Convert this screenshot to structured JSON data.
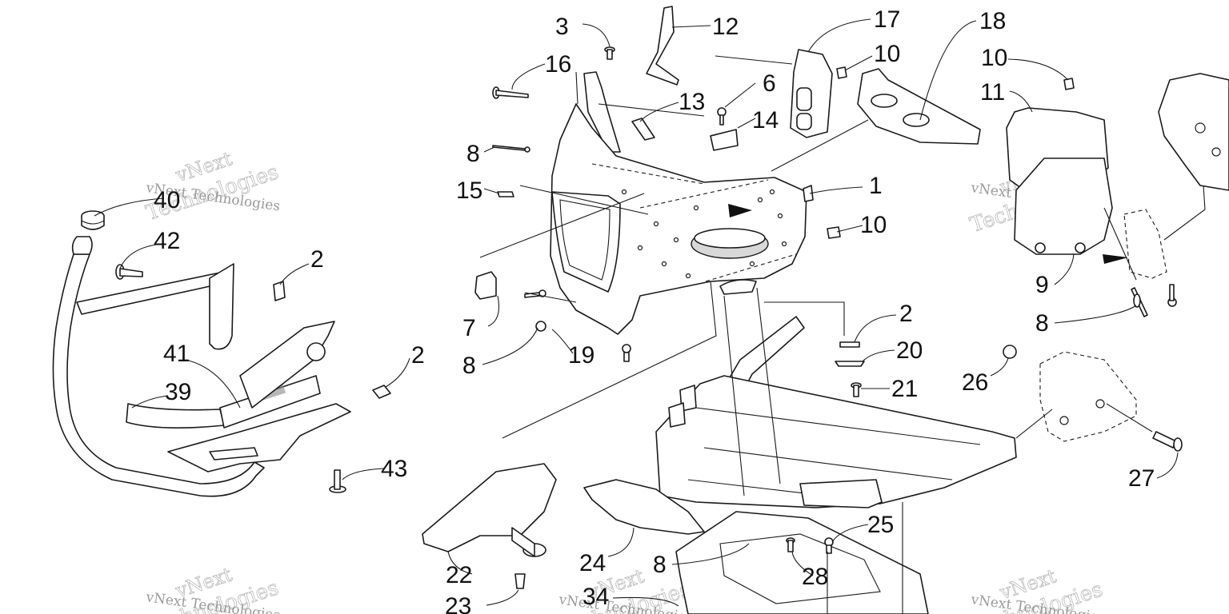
{
  "diagram": {
    "callouts": [
      {
        "id": "c1",
        "label": "1"
      },
      {
        "id": "c2a",
        "label": "2"
      },
      {
        "id": "c2b",
        "label": "2"
      },
      {
        "id": "c2c",
        "label": "2"
      },
      {
        "id": "c3",
        "label": "3"
      },
      {
        "id": "c6",
        "label": "6"
      },
      {
        "id": "c7",
        "label": "7"
      },
      {
        "id": "c8a",
        "label": "8"
      },
      {
        "id": "c8b",
        "label": "8"
      },
      {
        "id": "c8c",
        "label": "8"
      },
      {
        "id": "c8d",
        "label": "8"
      },
      {
        "id": "c9",
        "label": "9"
      },
      {
        "id": "c10a",
        "label": "10"
      },
      {
        "id": "c10b",
        "label": "10"
      },
      {
        "id": "c10c",
        "label": "10"
      },
      {
        "id": "c11",
        "label": "11"
      },
      {
        "id": "c12",
        "label": "12"
      },
      {
        "id": "c13",
        "label": "13"
      },
      {
        "id": "c14",
        "label": "14"
      },
      {
        "id": "c15",
        "label": "15"
      },
      {
        "id": "c16",
        "label": "16"
      },
      {
        "id": "c17",
        "label": "17"
      },
      {
        "id": "c18",
        "label": "18"
      },
      {
        "id": "c19",
        "label": "19"
      },
      {
        "id": "c20",
        "label": "20"
      },
      {
        "id": "c21",
        "label": "21"
      },
      {
        "id": "c22",
        "label": "22"
      },
      {
        "id": "c23",
        "label": "23"
      },
      {
        "id": "c24",
        "label": "24"
      },
      {
        "id": "c25",
        "label": "25"
      },
      {
        "id": "c26",
        "label": "26"
      },
      {
        "id": "c27",
        "label": "27"
      },
      {
        "id": "c28",
        "label": "28"
      },
      {
        "id": "c34",
        "label": "34"
      },
      {
        "id": "c39",
        "label": "39"
      },
      {
        "id": "c40",
        "label": "40"
      },
      {
        "id": "c41",
        "label": "41"
      },
      {
        "id": "c42",
        "label": "42"
      },
      {
        "id": "c43",
        "label": "43"
      }
    ],
    "watermark": {
      "brand": "vNext",
      "line": "Technologies",
      "full": "vNext Technologies"
    }
  }
}
